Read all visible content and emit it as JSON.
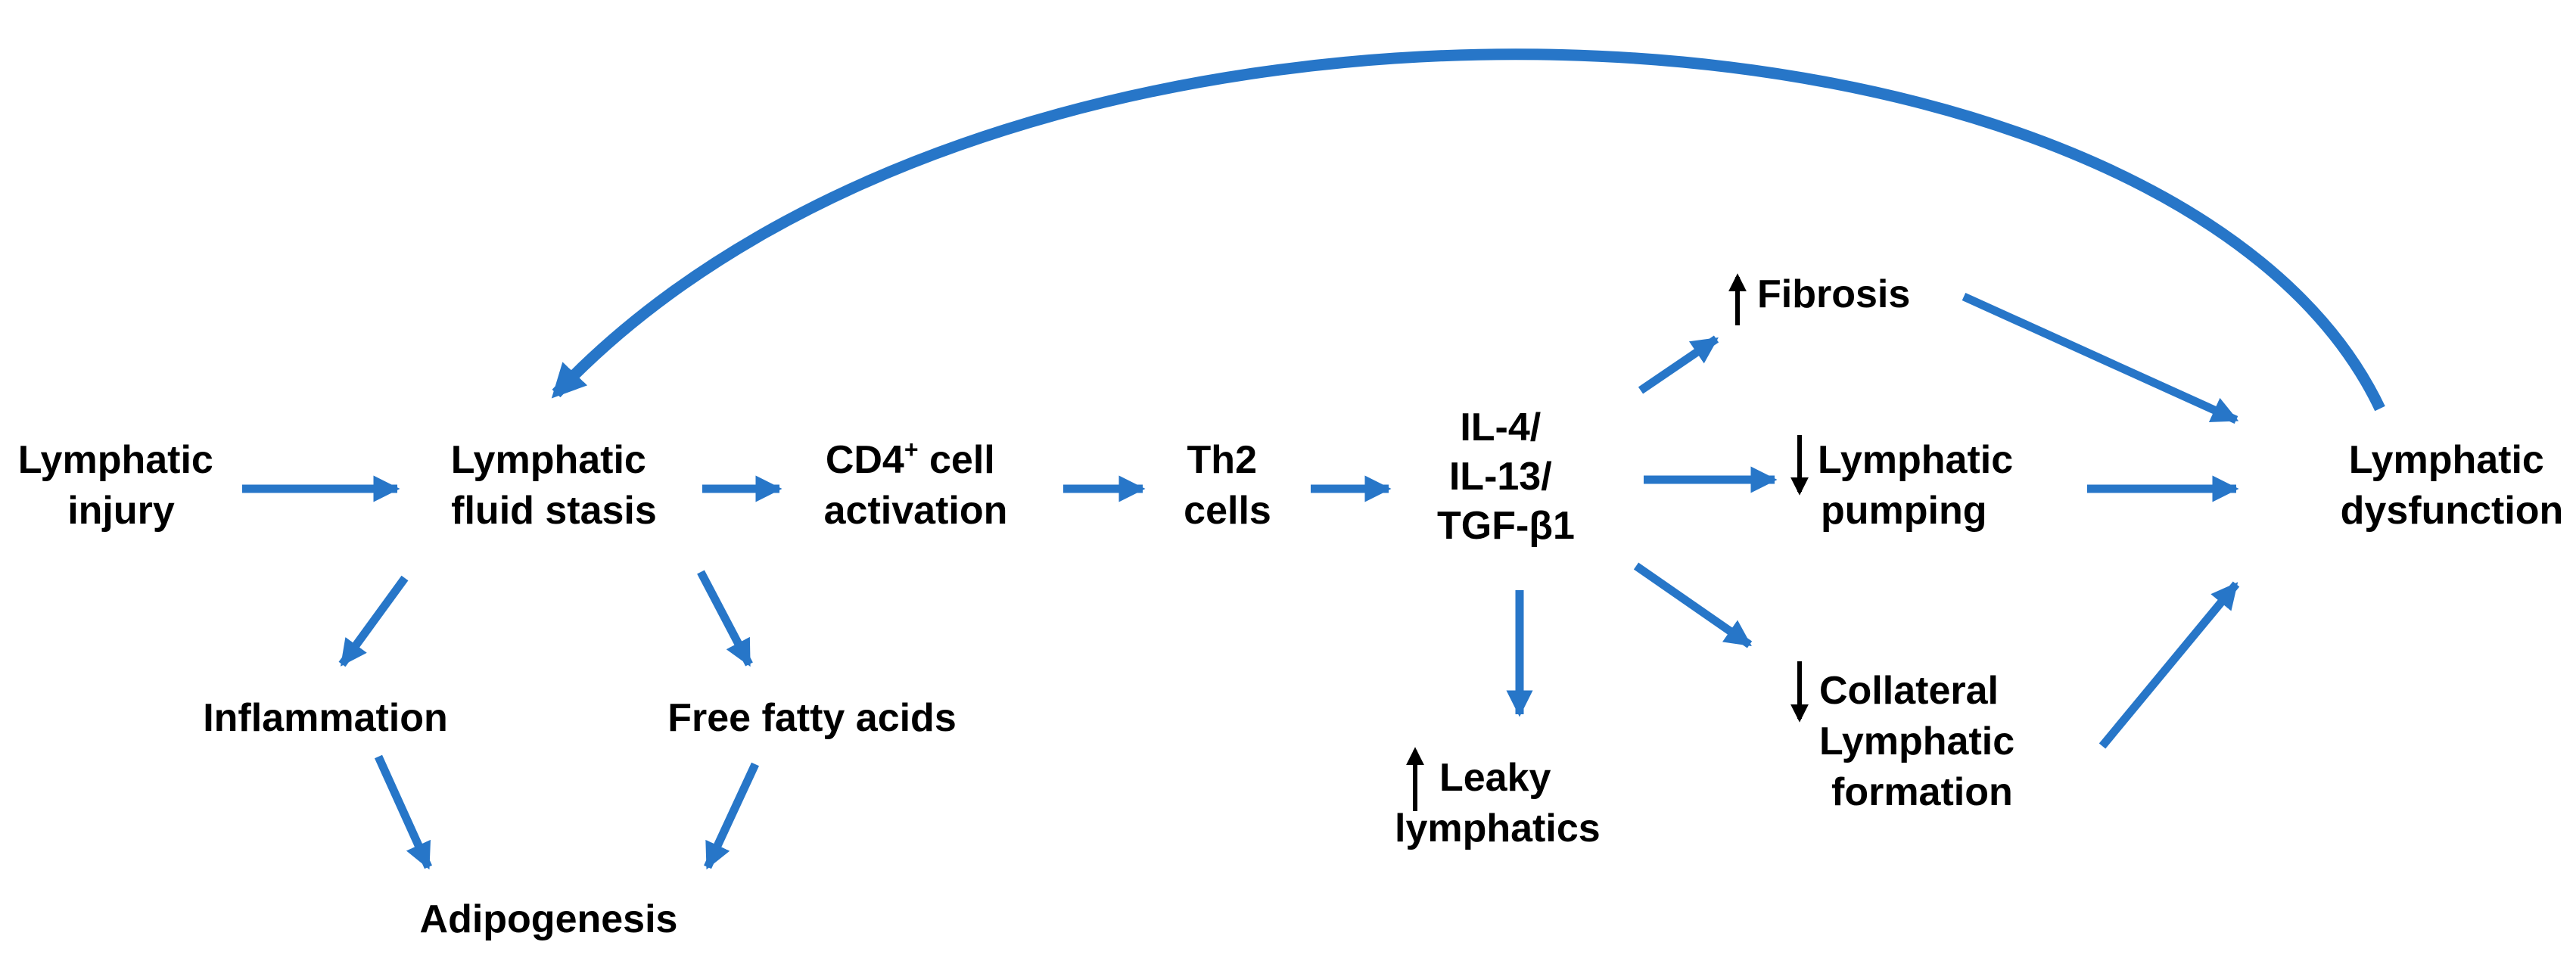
{
  "nodes": {
    "lymphatic_injury": [
      "Lymphatic",
      "injury"
    ],
    "fluid_stasis": [
      "Lymphatic",
      "fluid stasis"
    ],
    "cd4": {
      "line1_main": "CD4",
      "line1_sup": "+",
      "line1_rest": " cell",
      "line2": "activation"
    },
    "th2": [
      "Th2",
      "cells"
    ],
    "cytokines": [
      "IL-4/",
      "IL-13/",
      "TGF-β1"
    ],
    "fibrosis": "Fibrosis",
    "pumping": [
      "Lymphatic",
      "pumping"
    ],
    "collateral": [
      "Collateral",
      "Lymphatic",
      "formation"
    ],
    "leaky": [
      "Leaky",
      "lymphatics"
    ],
    "dysfunction": [
      "Lymphatic",
      "dysfunction"
    ],
    "inflammation": "Inflammation",
    "ffa": "Free fatty acids",
    "adipogenesis": "Adipogenesis"
  },
  "colors": {
    "arrow": "#2776c8",
    "text": "#000000",
    "indicator": "#000000"
  },
  "indicators": {
    "fibrosis": "up",
    "pumping": "down",
    "collateral": "down",
    "leaky": "up"
  }
}
